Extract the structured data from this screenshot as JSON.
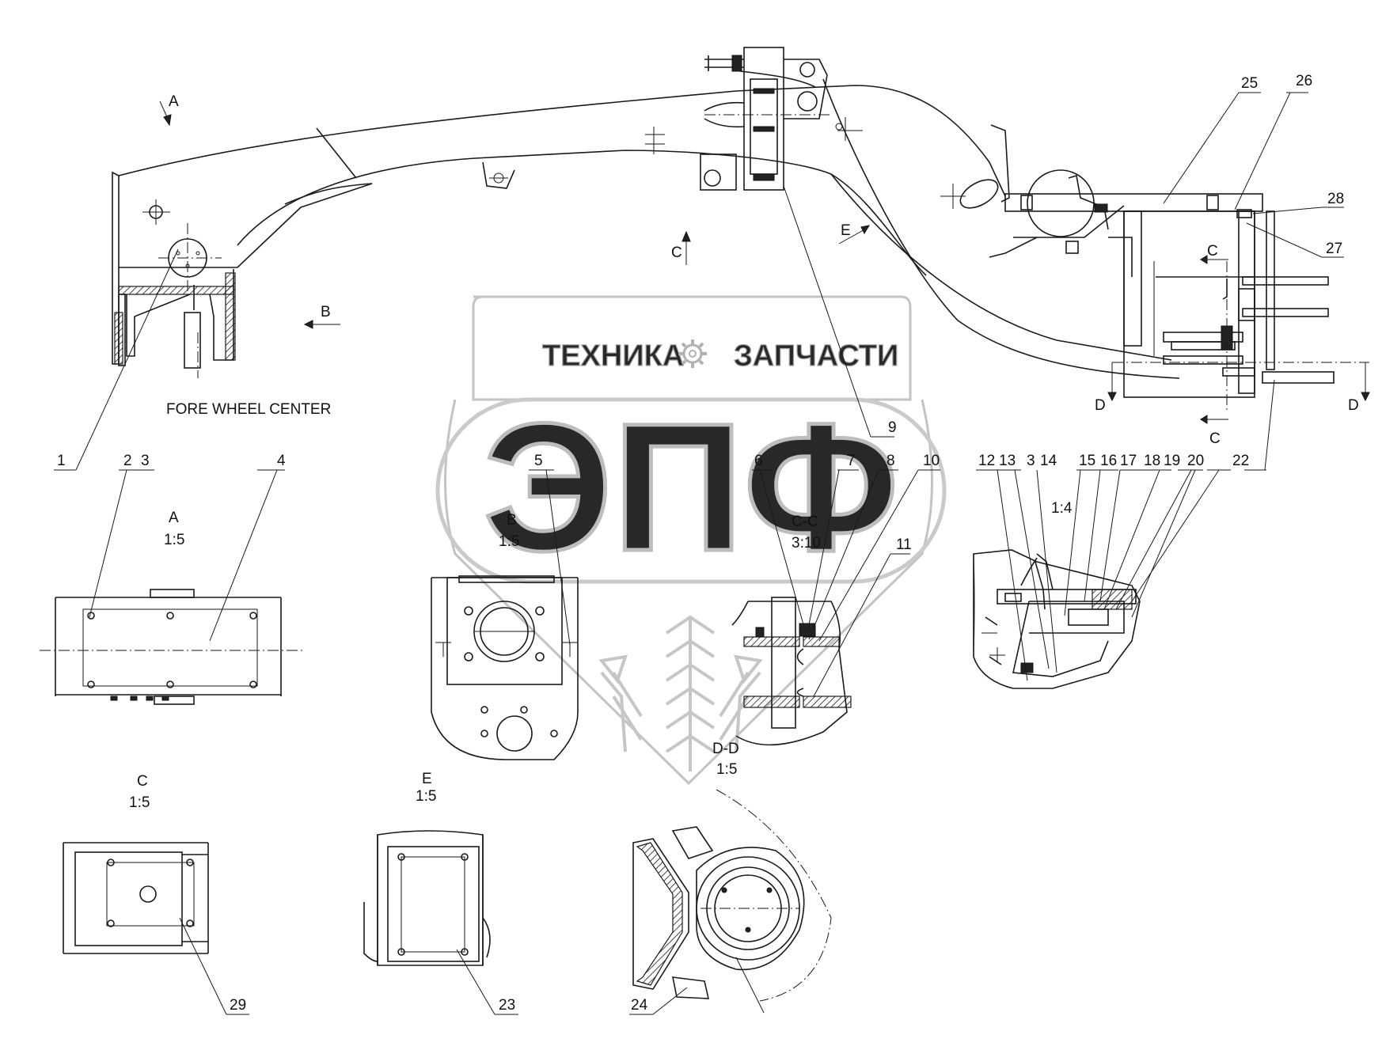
{
  "watermark": {
    "top_text_left": "ТЕХНИКА",
    "top_text_right": "ЗАПЧАСТИ",
    "logo_letters": "ЭПФ",
    "gear": "gear-icon",
    "wheat": "wheat-icon",
    "color": "#b8b8b8"
  },
  "notes": {
    "fore_wheel_center": "FORE WHEEL CENTER"
  },
  "arrows": {
    "a": "A",
    "b": "B",
    "c": "C",
    "e": "E",
    "c_left": "C",
    "c_bottom": "C",
    "d_left": "D",
    "d_right": "D"
  },
  "views": {
    "a": {
      "name": "A",
      "scale": "1:5"
    },
    "b": {
      "name": "B",
      "scale": "1:5"
    },
    "cc": {
      "name": "C-C",
      "scale": "3:10"
    },
    "detail": {
      "scale": "1:4"
    },
    "dd": {
      "name": "D-D",
      "scale": "1:5"
    },
    "c": {
      "name": "C",
      "scale": "1:5"
    },
    "e": {
      "name": "E",
      "scale": "1:5"
    }
  },
  "callouts": {
    "n1": "1",
    "n2": "2",
    "n3": "3",
    "n4": "4",
    "n5": "5",
    "n6": "6",
    "n7": "7",
    "n8": "8",
    "n9": "9",
    "n10": "10",
    "n11": "11",
    "n12": "12",
    "n13": "13",
    "n3b": "3",
    "n14": "14",
    "n15": "15",
    "n16": "16",
    "n17": "17",
    "n18": "18",
    "n19": "19",
    "n20": "20",
    "n22": "22",
    "n23": "23",
    "n24": "24",
    "n25": "25",
    "n26": "26",
    "n27": "27",
    "n28": "28",
    "n29": "29"
  }
}
